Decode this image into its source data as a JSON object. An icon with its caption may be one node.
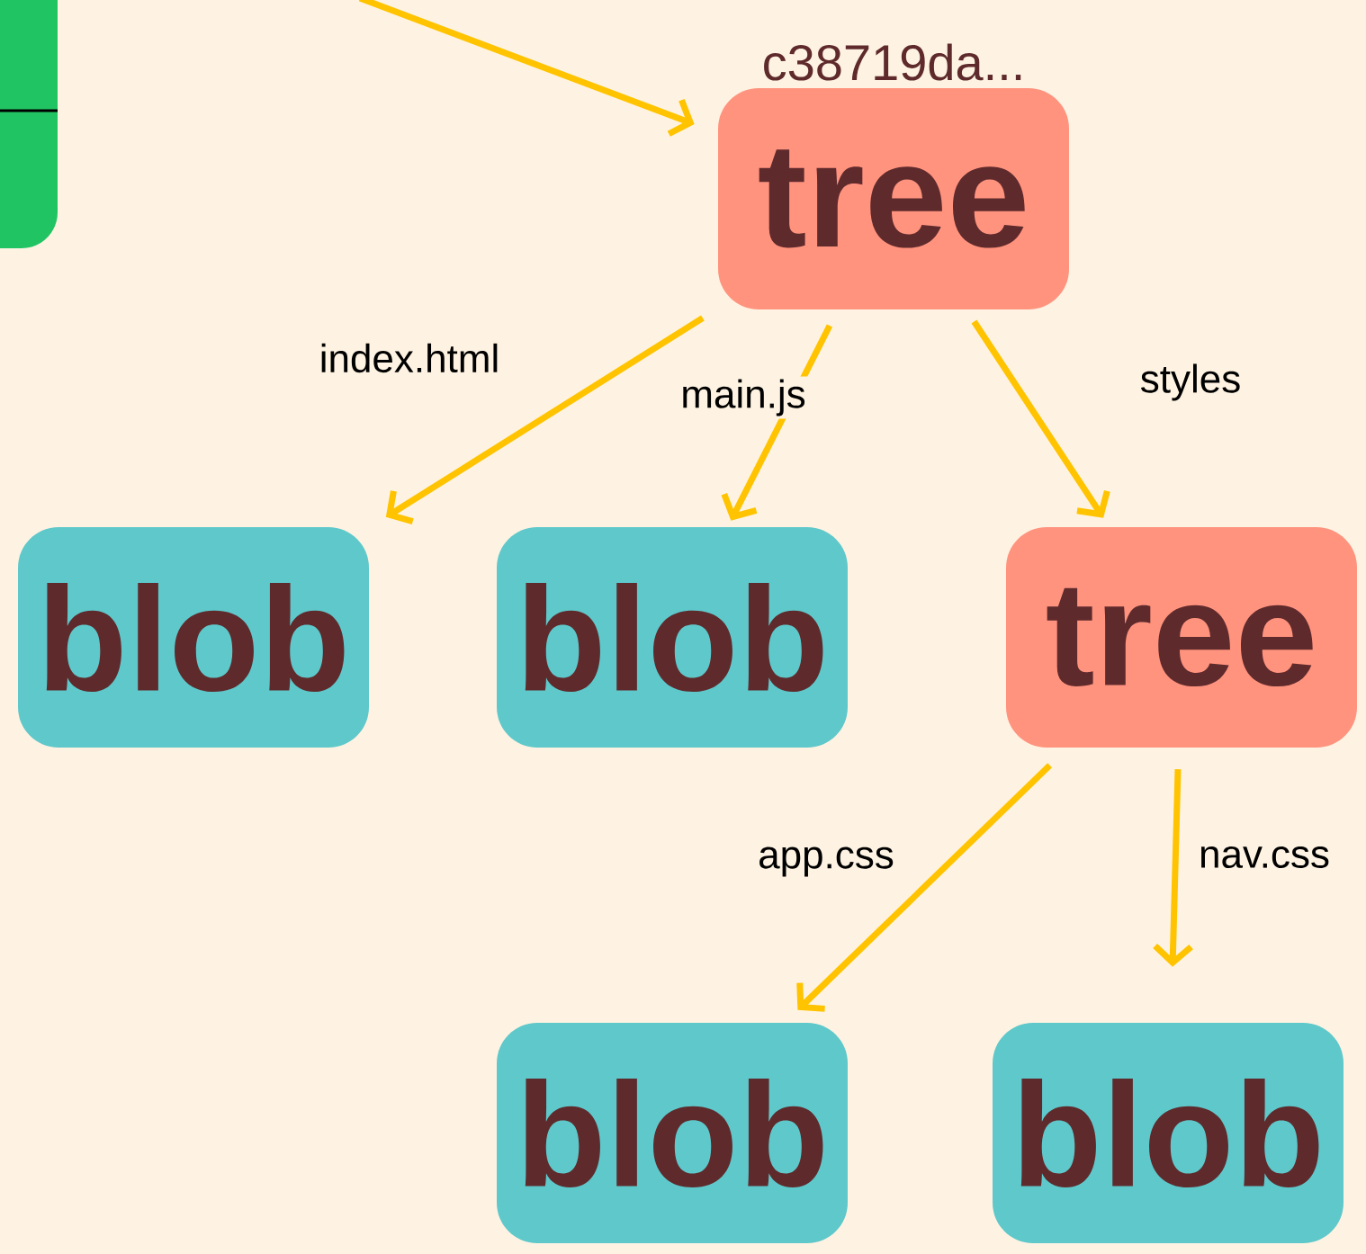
{
  "diagram": {
    "nodes": [
      {
        "text": [],
        "shape": "box"
      },
      {
        "text": [
          "tree"
        ],
        "beside": [
          "c38719da..."
        ]
      },
      {
        "text": [
          "blob"
        ]
      },
      {
        "text": [
          "blob"
        ]
      },
      {
        "text": [
          "tree"
        ]
      },
      {
        "text": [
          "blob"
        ]
      },
      {
        "text": [
          "blob"
        ]
      }
    ],
    "edges": [
      {
        "from": null,
        "to": 1,
        "arrow": "to"
      },
      {
        "from": 1,
        "to": 2,
        "arrow": "to",
        "label": "index.html"
      },
      {
        "from": 1,
        "to": 3,
        "arrow": "to",
        "label": "main.js"
      },
      {
        "from": 1,
        "to": 4,
        "arrow": "to",
        "label": "styles"
      },
      {
        "from": 4,
        "to": 5,
        "arrow": "to",
        "label": "app.css"
      },
      {
        "from": 4,
        "to": 6,
        "arrow": "to",
        "label": "nav.css"
      }
    ]
  }
}
